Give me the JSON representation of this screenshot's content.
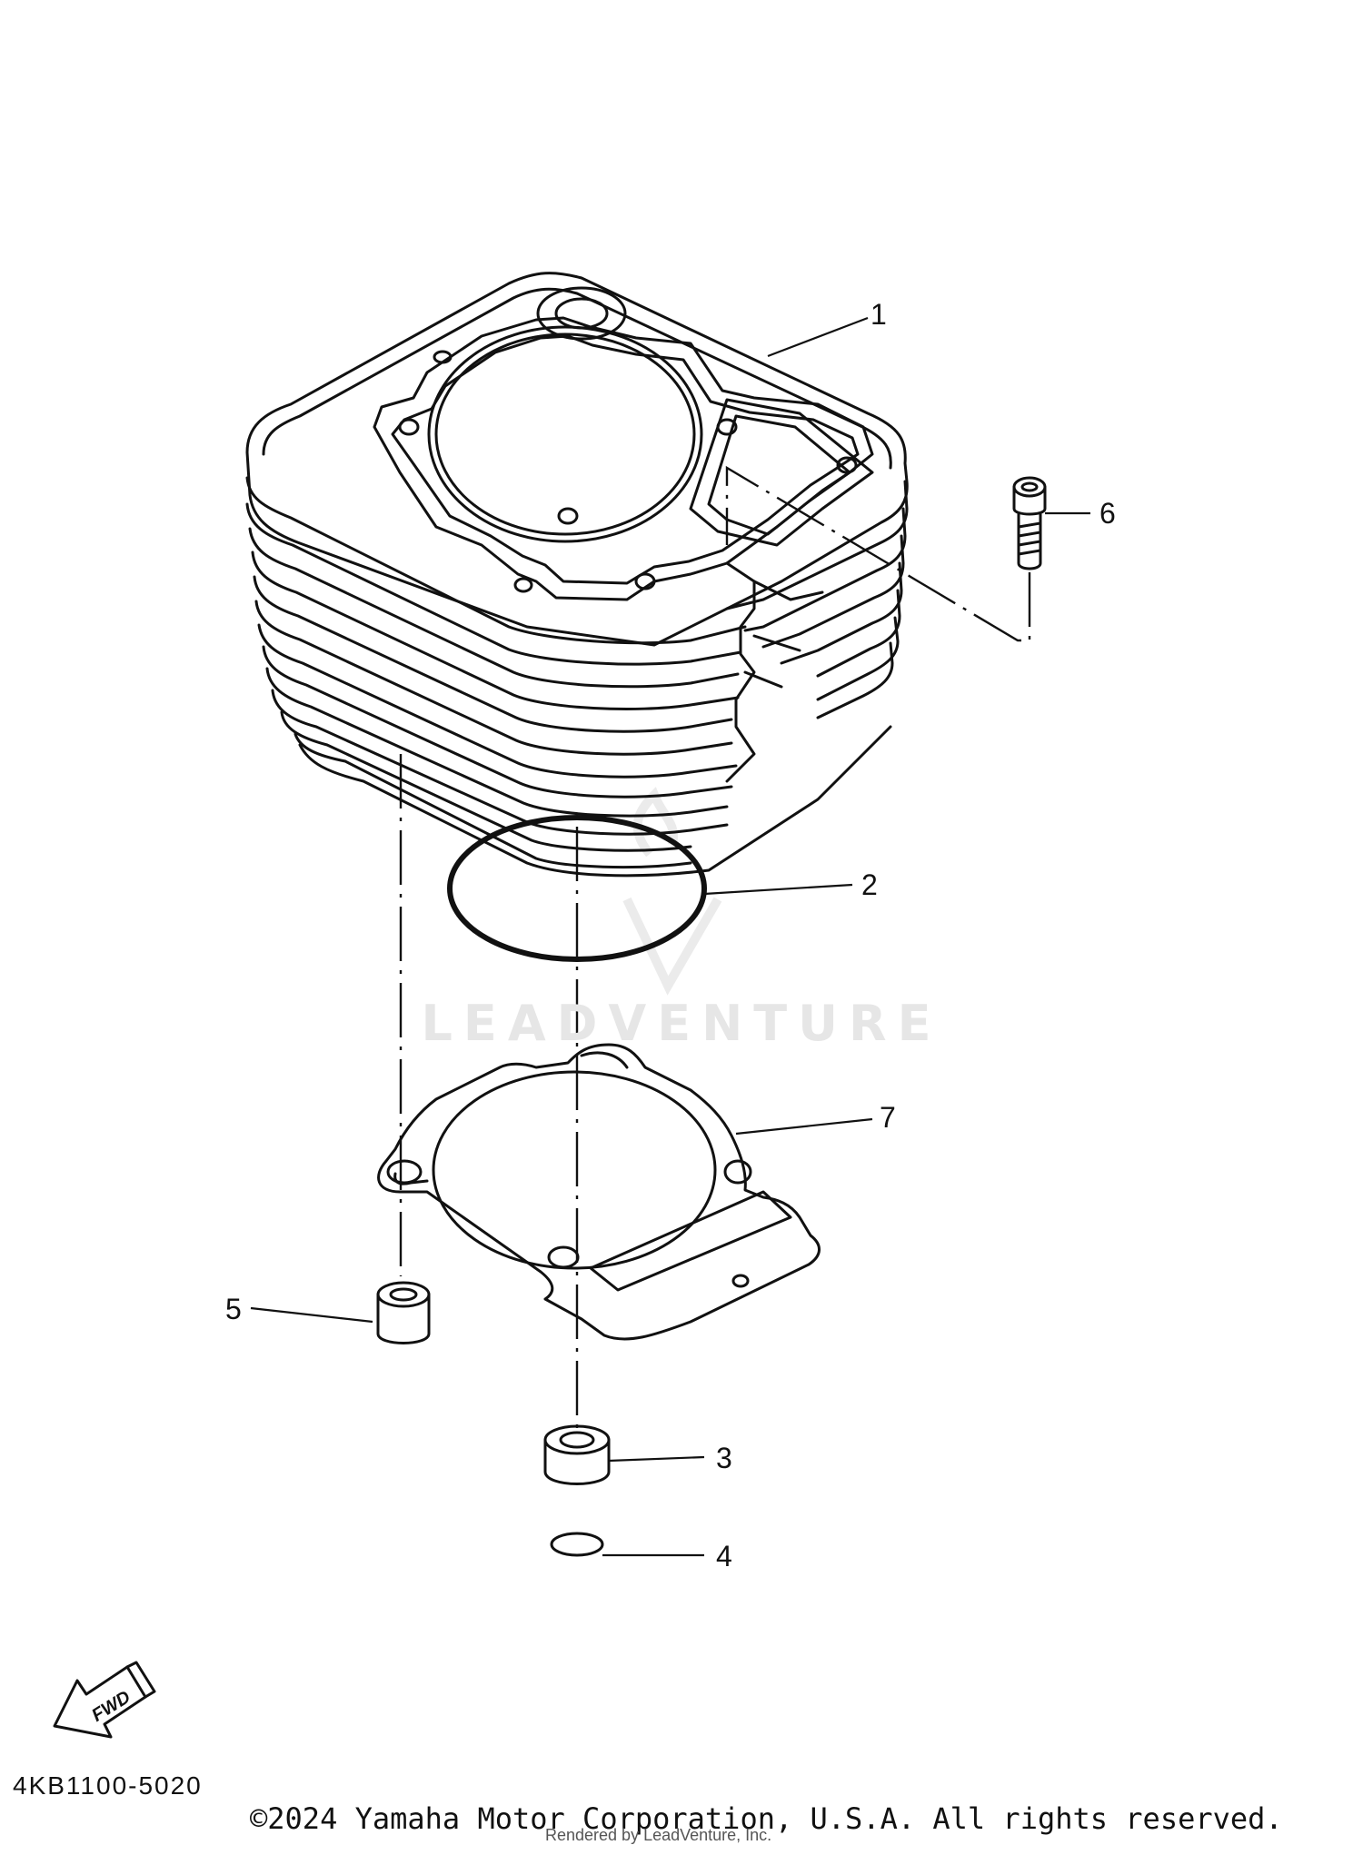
{
  "diagram": {
    "callouts": [
      {
        "id": "1",
        "label": "1"
      },
      {
        "id": "2",
        "label": "2"
      },
      {
        "id": "3",
        "label": "3"
      },
      {
        "id": "4",
        "label": "4"
      },
      {
        "id": "5",
        "label": "5"
      },
      {
        "id": "6",
        "label": "6"
      },
      {
        "id": "7",
        "label": "7"
      }
    ],
    "fwd_label": "FWD",
    "part_code": "4KB1100-5020",
    "watermark": "LEADVENTURE",
    "copyright": "©2024 Yamaha Motor Corporation, U.S.A. All rights reserved.",
    "rendered_by": "Rendered by LeadVenture, Inc."
  }
}
